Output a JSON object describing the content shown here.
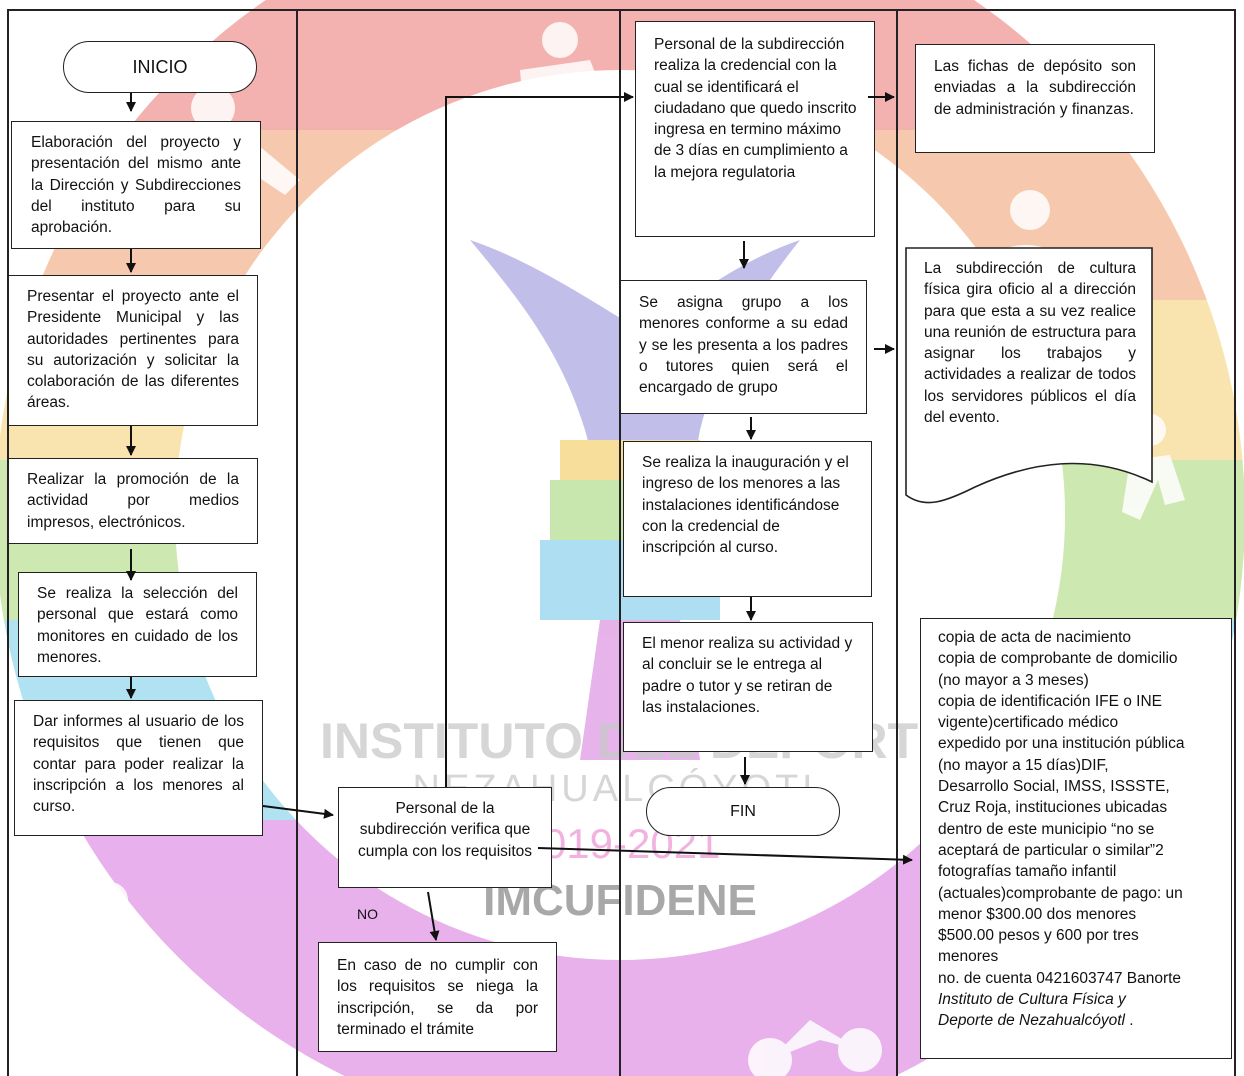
{
  "watermark": {
    "line1": "INSTITUTO DEL DEPORTE",
    "line2": "NEZAHUALCÓYOTL",
    "line3": "2019-2021",
    "line4": "IMCUFIDENE"
  },
  "flow": {
    "inicio": "INICIO",
    "fin": "FIN",
    "no_label": "NO",
    "step1": "Elaboración del proyecto y presentación del mismo ante la Dirección y Subdirecciones del instituto para su aprobación.",
    "step2": "Presentar el proyecto ante el Presidente Municipal y las autoridades pertinentes para su autorización y solicitar la colaboración de las diferentes áreas.",
    "step3": "Realizar la promoción de la actividad por medios impresos, electrónicos.",
    "step4": "Se realiza la selección del personal que estará como monitores en cuidado de los menores.",
    "step5": "Dar informes al usuario de los requisitos que tienen que contar para poder realizar la inscripción a los menores al curso.",
    "verify": "Personal de la subdirección verifica que cumpla con los requisitos",
    "reject": "En caso de no cumplir con los requisitos se niega la inscripción, se da por terminado el trámite",
    "credential": "Personal de la subdirección realiza la credencial con la cual se identificará el ciudadano que quedo inscrito ingresa en termino máximo de 3 días en cumplimiento a la mejora regulatoria",
    "group": "Se asigna grupo a los menores conforme a su edad y se les presenta a los padres o tutores quien será el encargado de grupo",
    "inauguration": "Se realiza la inauguración y el ingreso de los menores a las instalaciones identificándose con la credencial de inscripción al curso.",
    "activity": "El menor realiza su actividad y al concluir se le entrega al padre o tutor y se retiran de las instalaciones.",
    "deposit": "Las fichas de depósito son enviadas a la subdirección de administración y finanzas.",
    "oficio": "La subdirección de cultura física gira oficio al a dirección para que esta a su vez realice una reunión de estructura para asignar los trabajos y actividades a realizar de todos los servidores públicos el día del evento."
  },
  "requirements": {
    "lines": [
      "copia de acta de nacimiento",
      "copia de comprobante de domicilio",
      "(no mayor a 3 meses)",
      "copia de identificación IFE o INE",
      "vigente)certificado médico",
      "expedido por una institución pública",
      "(no mayor a 15 días)DIF,",
      "Desarrollo Social, IMSS, ISSSTE,",
      "Cruz Roja, instituciones ubicadas",
      "dentro de este municipio “no se",
      "aceptará de particular o similar”2",
      "fotografías tamaño infantil",
      "(actuales)comprobante de pago: un",
      "menor $300.00 dos menores",
      "$500.00 pesos y 600 por tres",
      "menores",
      "no. de cuenta 0421603747 Banorte"
    ],
    "italic_1": "Instituto de Cultura Física y",
    "italic_2": "Deporte de Nezahualcóyotl",
    "italic_suffix": " ."
  }
}
